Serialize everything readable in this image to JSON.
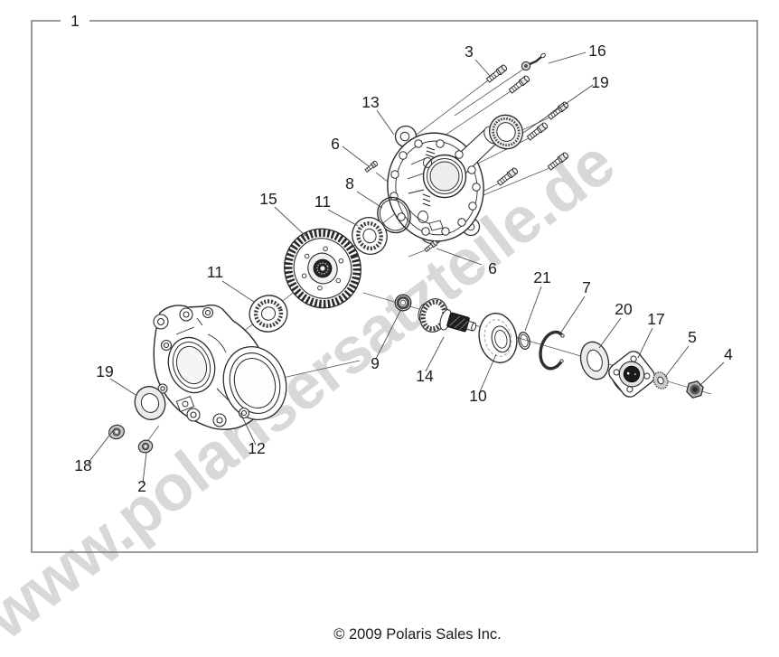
{
  "frame": {
    "label": "1"
  },
  "watermark": {
    "text": "www.polarisersatzteile.de",
    "color": "#d8d8d8"
  },
  "footer": {
    "copyright": "© 2009 Polaris Sales Inc."
  },
  "callouts": {
    "labels": [
      "3",
      "16",
      "19",
      "13",
      "6",
      "8",
      "15",
      "11",
      "11",
      "6",
      "21",
      "7",
      "20",
      "17",
      "5",
      "4",
      "9",
      "14",
      "10",
      "12",
      "19",
      "18",
      "2"
    ]
  },
  "colors": {
    "background": "#ffffff",
    "border": "#7d7d7d",
    "linework": "#2b2b2b",
    "leader_lines": "#4a4a4a",
    "label_text": "#1c1c1c",
    "watermark": "#d8d8d8"
  }
}
